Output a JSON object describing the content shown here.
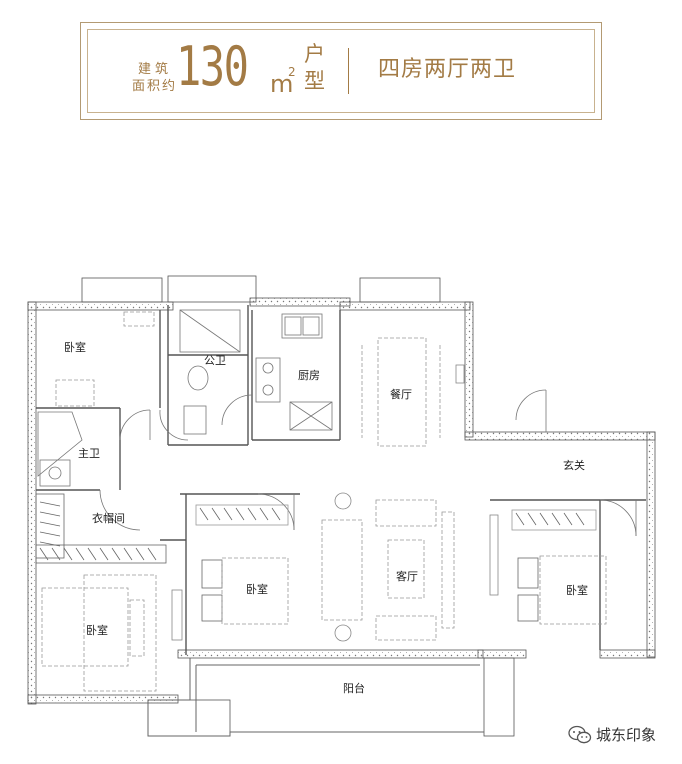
{
  "header": {
    "area_label_line1": "建筑",
    "area_label_line2": "面积约",
    "area_value": "130",
    "area_unit": "m",
    "area_unit_sup": "2",
    "type_char1": "户",
    "type_char2": "型",
    "layout": "四房两厅两卫"
  },
  "rooms": {
    "bedroom_top_left": "卧室",
    "public_bath": "公卫",
    "kitchen": "厨房",
    "dining": "餐厅",
    "master_bath": "主卫",
    "foyer": "玄关",
    "closet": "衣帽间",
    "bedroom_middle": "卧室",
    "living": "客厅",
    "bedroom_right": "卧室",
    "bedroom_bottom_left": "卧室",
    "balcony": "阳台"
  },
  "watermark": {
    "text": "城东印象"
  },
  "colors": {
    "accent": "#a37b45",
    "frame": "#b39a73",
    "wall": "#555555"
  }
}
